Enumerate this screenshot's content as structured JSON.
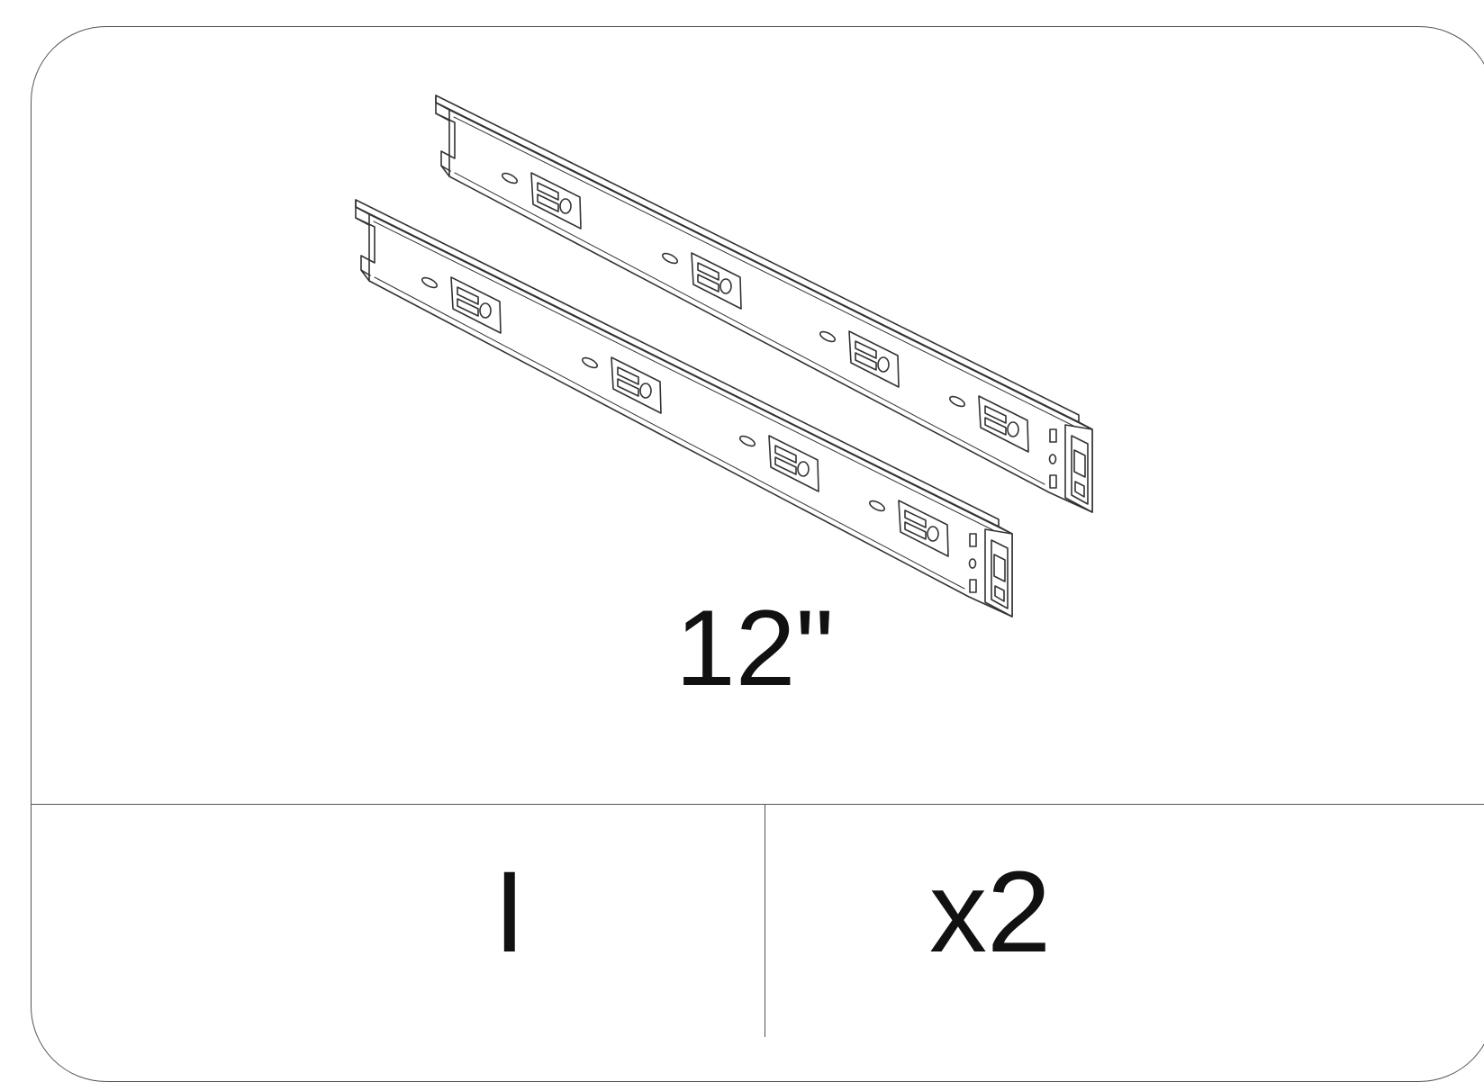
{
  "card": {
    "size_label": "12\"",
    "part_letter": "I",
    "quantity": "x2"
  },
  "illustration": {
    "icon": "drawer-slide-rails-icon",
    "rail_count": 2,
    "stroke_color": "#333333"
  }
}
